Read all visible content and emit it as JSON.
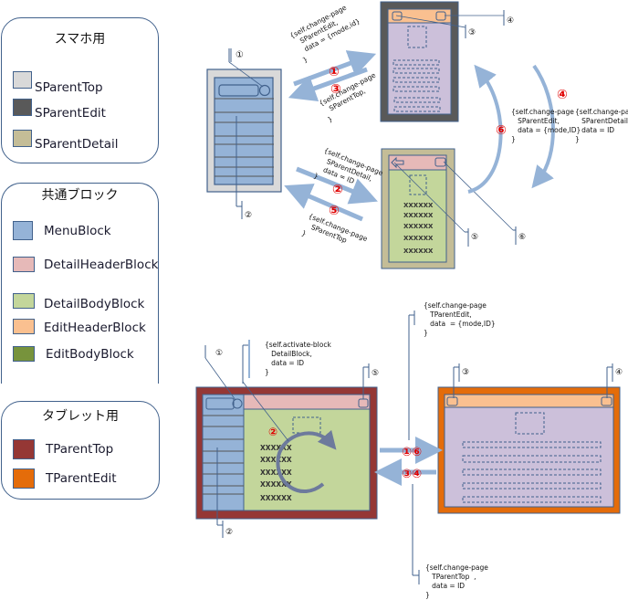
{
  "legends": {
    "smartphone": {
      "title": "スマホ用",
      "items": [
        {
          "label": "SParentTop",
          "color": "#d9d9d9"
        },
        {
          "label": "SParentEdit",
          "color": "#595959"
        },
        {
          "label": "SParentDetail",
          "color": "#c4bd97"
        }
      ]
    },
    "common": {
      "title": "共通ブロック",
      "items": [
        {
          "label": "MenuBlock",
          "color": "#95b3d7"
        },
        {
          "label": "DetailHeaderBlock",
          "color": "#e6b9b8"
        },
        {
          "label": "DetailBodyBlock",
          "color": "#c3d69b"
        },
        {
          "label": "EditHeaderBlock",
          "color": "#fac090"
        },
        {
          "label": "EditBodyBlock",
          "color": "#77933c"
        }
      ]
    },
    "tablet": {
      "title": "タブレット用",
      "items": [
        {
          "label": "TParentTop",
          "color": "#953735"
        },
        {
          "label": "TParentEdit",
          "color": "#e46c0a"
        }
      ]
    }
  },
  "markers": {
    "m1": "①",
    "m2": "②",
    "m3": "③",
    "m4": "④",
    "m5": "⑤",
    "m6": "⑥",
    "m16": "①⑥",
    "m34": "③④"
  },
  "code_blocks": {
    "s_to_edit": "{self.change-page\n   SParentEdit,\n   data = {mode,id}\n}",
    "s_edit_to_top": "{self.change-page\n   SParentTop,\n}",
    "s_to_detail": "{self.change-page\n   SParentDetail,\n   data = ID\n}",
    "s_detail_to_top": "{self.change-page\n   SParentTop\n}",
    "s_detail_to_edit": "{self.change-page\n   SParentEdit,\n   data = {mode,ID}\n}",
    "s_edit_to_detail": "{self.change-page\n   SParentDetail,\n   data = ID\n}",
    "t_activate": "{self.activate-block\n   DetailBlock,\n   data = ID\n}",
    "t_to_edit": "{self.change-page\n   TParentEdit,\n   data  = {mode,ID}\n}",
    "t_to_top": "{self.change-page\n   TParentTop  ,\n   data = ID\n}"
  },
  "list_text": {
    "item": "XXXXXX"
  }
}
